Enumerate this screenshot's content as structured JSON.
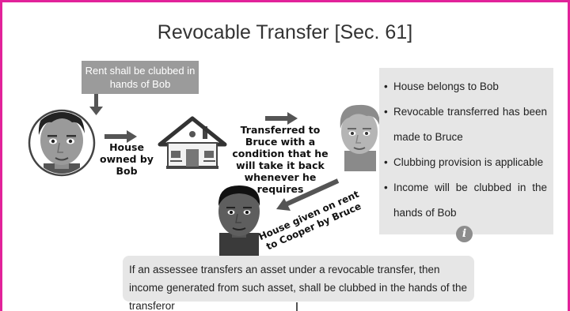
{
  "title": "Revocable Transfer [Sec. 61]",
  "callout_text": "Rent shall be clubbed in hands of Bob",
  "labels": {
    "house_owned": "House owned by Bob",
    "transferred": "Transferred to Bruce with a condition that he will take it back whenever he requires",
    "given_on_rent": "House given on rent to Cooper by Bruce"
  },
  "info_points": [
    "House belongs to Bob",
    "Revocable transferred has been made to Bruce",
    "Clubbing provision is applicable",
    "Income will be clubbed in the hands of Bob"
  ],
  "note": "If an assessee transfers an asset under a revocable transfer, then income generated from such asset, shall be clubbed in the hands of the transferor",
  "colors": {
    "frame": "#e2229a",
    "panel": "#e6e6e6",
    "callout": "#9b9b9b",
    "arrow": "#555555"
  },
  "icons": [
    "bob-face-icon",
    "house-icon",
    "bruce-face-icon",
    "cooper-face-icon",
    "info-icon"
  ]
}
